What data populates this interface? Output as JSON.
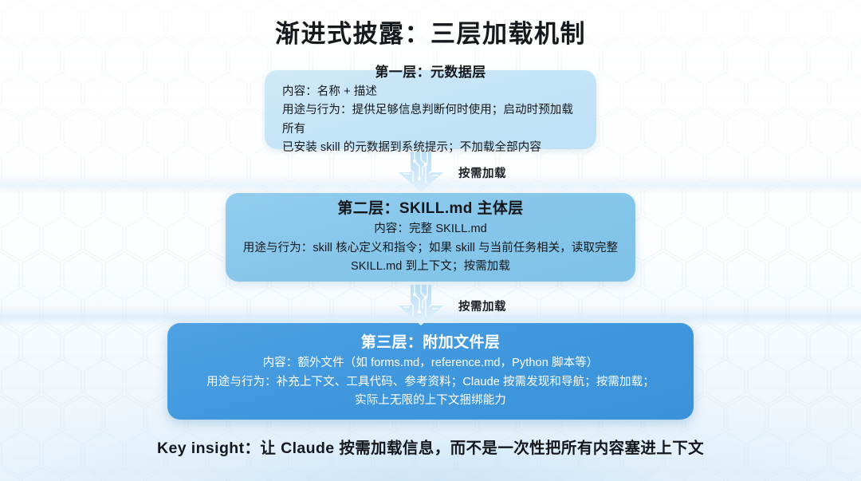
{
  "slide": {
    "title": "渐进式披露：三层加载机制",
    "key_insight": "Key insight：让 Claude 按需加载信息，而不是一次性把所有内容塞进上下文"
  },
  "colors": {
    "layer1_bg": "#c4e4f7",
    "layer2_bg": "#86c6ea",
    "layer3_bg": "#3f97dd",
    "layer3_text": "#ffffff",
    "dark_text": "#15181c",
    "background": "#ffffff"
  },
  "layers": [
    {
      "name": "第一层：元数据层",
      "lines": [
        "内容：名称 + 描述",
        "用途与行为：提供足够信息判断何时使用；启动时预加载所有",
        "已安装 skill 的元数据到系统提示；不加载全部内容"
      ]
    },
    {
      "name": "第二层：SKILL.md 主体层",
      "lines": [
        "内容：完整 SKILL.md",
        "用途与行为：skill 核心定义和指令；如果 skill 与当前任务相关，读取完整",
        "SKILL.md 到上下文；按需加载"
      ]
    },
    {
      "name": "第三层：附加文件层",
      "lines": [
        "内容：额外文件（如 forms.md，reference.md，Python 脚本等）",
        "用途与行为：补充上下文、工具代码、参考资料；Claude 按需发现和导航；按需加载；",
        "实际上无限的上下文捆绑能力"
      ]
    }
  ],
  "connectors": [
    {
      "label": "按需加载",
      "icon": "down-arrow-circuit-icon"
    },
    {
      "label": "按需加载",
      "icon": "down-arrow-circuit-icon"
    }
  ]
}
